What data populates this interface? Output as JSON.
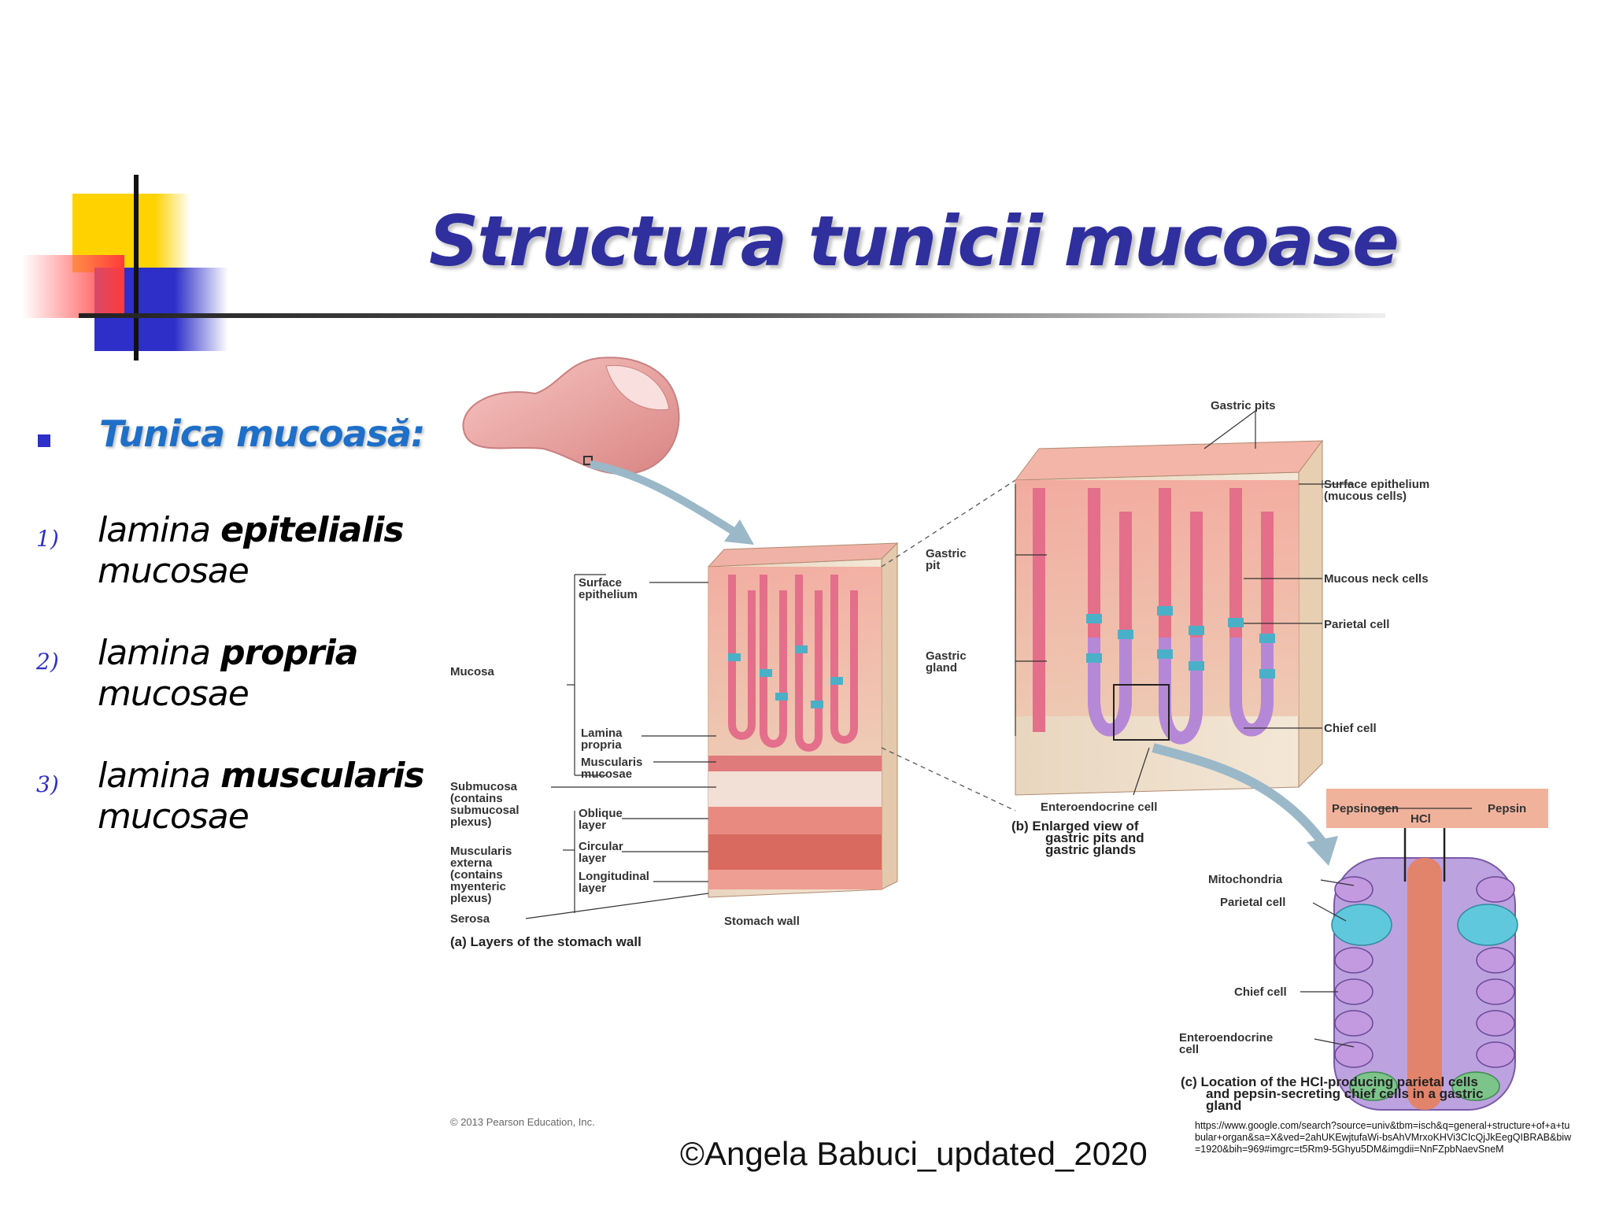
{
  "title": "Structura tunicii mucoase",
  "bullets": {
    "heading": "Tunica mucoasă:",
    "items": [
      {
        "num": "1)",
        "prefix": "lamina ",
        "bold": "epitelialis",
        "suffix": "mucosae"
      },
      {
        "num": "2)",
        "prefix": "lamina ",
        "bold": "propria",
        "suffix": "mucosae"
      },
      {
        "num": "3)",
        "prefix": "lamina ",
        "bold": "muscularis",
        "suffix": "mucosae"
      }
    ]
  },
  "figure": {
    "panel_a": {
      "labels": {
        "surface_epithelium_1": "Surface",
        "surface_epithelium_2": "epithelium",
        "mucosa": "Mucosa",
        "lamina_propria_1": "Lamina",
        "lamina_propria_2": "propria",
        "muscularis_mucosae_1": "Muscularis",
        "muscularis_mucosae_2": "mucosae",
        "submucosa_1": "Submucosa",
        "submucosa_2": "(contains",
        "submucosa_3": "submucosal",
        "submucosa_4": "plexus)",
        "oblique_1": "Oblique",
        "oblique_2": "layer",
        "circular_1": "Circular",
        "circular_2": "layer",
        "longitudinal_1": "Longitudinal",
        "longitudinal_2": "layer",
        "muscularis_externa_1": "Muscularis",
        "muscularis_externa_2": "externa",
        "muscularis_externa_3": "(contains",
        "muscularis_externa_4": "myenteric",
        "muscularis_externa_5": "plexus)",
        "serosa": "Serosa",
        "stomach_wall": "Stomach wall"
      },
      "caption": "(a) Layers of the stomach wall"
    },
    "panel_b": {
      "labels": {
        "gastric_pits": "Gastric pits",
        "surface_epithelium_1": "Surface epithelium",
        "surface_epithelium_2": "(mucous cells)",
        "gastric_pit_1": "Gastric",
        "gastric_pit_2": "pit",
        "mucous_neck": "Mucous neck cells",
        "parietal": "Parietal cell",
        "gastric_gland_1": "Gastric",
        "gastric_gland_2": "gland",
        "chief": "Chief cell",
        "enteroendocrine": "Enteroendocrine cell"
      },
      "caption_1": "(b) Enlarged view of",
      "caption_2": "gastric pits and",
      "caption_3": "gastric glands"
    },
    "panel_c": {
      "labels": {
        "pepsinogen": "Pepsinogen",
        "pepsin": "Pepsin",
        "hcl": "HCl",
        "mitochondria": "Mitochondria",
        "parietal": "Parietal cell",
        "chief": "Chief cell",
        "enteroendocrine_1": "Enteroendocrine",
        "enteroendocrine_2": "cell"
      },
      "caption_1": "(c) Location of the HCl-producing parietal cells",
      "caption_2": "and pepsin-secreting chief cells in a gastric",
      "caption_3": "gland"
    },
    "copyright": "© 2013 Pearson Education, Inc."
  },
  "footer": "©Angela Babuci_updated_2020",
  "source_url": "https://www.google.com/search?source=univ&tbm=isch&q=general+structure+of+a+tubular+organ&sa=X&ved=2ahUKEwjtufaWi-bsAhVMrxoKHVi3CIcQjJkEegQIBRAB&biw=1920&bih=969#imgrc=t5Rm9-5Ghyu5DM&imgdii=NnFZpbNaevSneM",
  "colors": {
    "title": "#2f2f9e",
    "heading": "#1e6fc8",
    "bullet": "#2e2fc9"
  }
}
